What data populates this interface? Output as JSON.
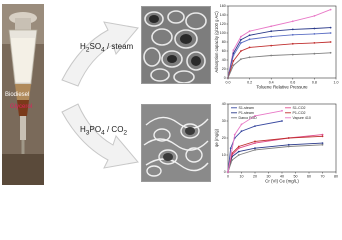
{
  "photo": {
    "biodiesel": "Biodiesel",
    "glycerol": "Glycerol"
  },
  "process": {
    "top_reagent_html": "H<sub>2</sub>SO<sub>4</sub> / steam",
    "bottom_reagent_html": "H<sub>3</sub>PO<sub>4</sub> / CO<sub>2</sub>"
  },
  "chart_data": [
    {
      "type": "line",
      "xlabel": "Toluene Relative Pressure",
      "ylabel": "Adsorption capacity (g/100 g AC)",
      "xlim": [
        0.0,
        1.0
      ],
      "ylim": [
        0,
        160
      ],
      "xticks": [
        "0.0",
        "0.2",
        "0.4",
        "0.6",
        "0.8",
        "1.0"
      ],
      "yticks": [
        "0",
        "20",
        "40",
        "60",
        "80",
        "100",
        "120",
        "140",
        "160"
      ],
      "legend": "none",
      "series": [
        {
          "color": "#e879c7",
          "x": [
            0.0,
            0.05,
            0.12,
            0.2,
            0.4,
            0.6,
            0.8,
            0.95
          ],
          "y": [
            0,
            62,
            92,
            104,
            115,
            126,
            138,
            152
          ]
        },
        {
          "color": "#2b3a8a",
          "x": [
            0.0,
            0.05,
            0.12,
            0.2,
            0.4,
            0.6,
            0.8,
            0.95
          ],
          "y": [
            0,
            55,
            85,
            95,
            104,
            108,
            110,
            112
          ]
        },
        {
          "color": "#5c6fc4",
          "x": [
            0.0,
            0.05,
            0.12,
            0.2,
            0.4,
            0.6,
            0.8,
            0.95
          ],
          "y": [
            0,
            50,
            78,
            86,
            92,
            96,
            98,
            100
          ]
        },
        {
          "color": "#c03030",
          "x": [
            0.0,
            0.05,
            0.12,
            0.2,
            0.4,
            0.6,
            0.8,
            0.95
          ],
          "y": [
            0,
            38,
            60,
            68,
            72,
            76,
            78,
            80
          ]
        },
        {
          "color": "#808080",
          "x": [
            0.0,
            0.05,
            0.12,
            0.2,
            0.4,
            0.6,
            0.8,
            0.95
          ],
          "y": [
            0,
            28,
            42,
            46,
            50,
            52,
            54,
            56
          ]
        }
      ]
    },
    {
      "type": "line",
      "xlabel": "Cr (VI)  Ce (mg/L)",
      "ylabel": "qe (mg/g)",
      "xlim": [
        0,
        80
      ],
      "ylim": [
        0,
        40
      ],
      "xticks": [
        "0",
        "10",
        "20",
        "30",
        "40",
        "50",
        "60",
        "70",
        "80"
      ],
      "yticks": [
        "0",
        "10",
        "20",
        "30",
        "40"
      ],
      "legend": "top-left",
      "series": [
        {
          "name": "S1-steam",
          "color": "#3a4aa0",
          "x": [
            0,
            2,
            5,
            10,
            20,
            40
          ],
          "y": [
            0,
            14,
            20,
            24,
            27,
            30
          ]
        },
        {
          "name": "S1-CO2",
          "color": "#e0508e",
          "x": [
            0,
            3,
            8,
            20,
            45,
            70
          ],
          "y": [
            0,
            10,
            14,
            17,
            20,
            22
          ]
        },
        {
          "name": "P1-steam",
          "color": "#2b3a8a",
          "x": [
            0,
            3,
            8,
            20,
            45,
            70
          ],
          "y": [
            0,
            9,
            12,
            14,
            16,
            17
          ]
        },
        {
          "name": "P1-CO2",
          "color": "#c03030",
          "x": [
            0,
            3,
            8,
            20,
            45,
            70
          ],
          "y": [
            0,
            11,
            15,
            18,
            20,
            21
          ]
        },
        {
          "name": "Darco FGD",
          "color": "#808080",
          "x": [
            0,
            3,
            8,
            20,
            45,
            70
          ],
          "y": [
            0,
            7,
            10,
            13,
            15,
            16
          ]
        },
        {
          "name": "Vapure 410",
          "color": "#e879c7",
          "x": [
            0,
            5,
            10,
            20,
            40
          ],
          "y": [
            0,
            22,
            28,
            33,
            36
          ]
        }
      ]
    }
  ]
}
